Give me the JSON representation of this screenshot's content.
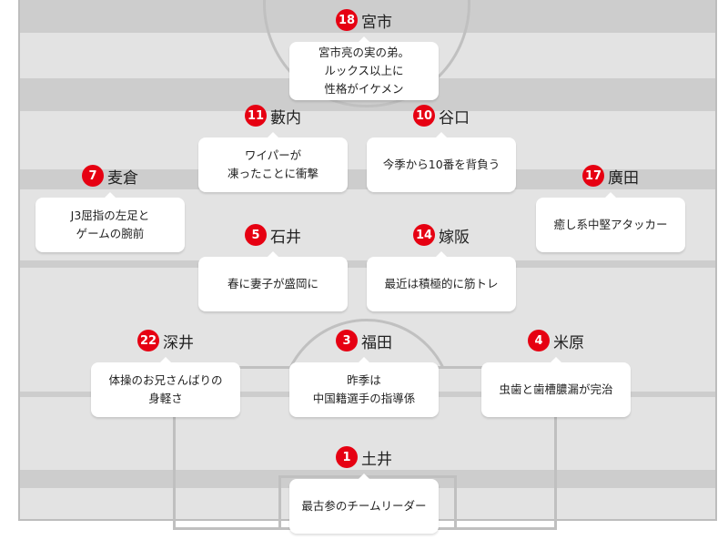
{
  "players": [
    {
      "number": "18",
      "name": "宮市",
      "comment": "宮市亮の実の弟。\nルックス以上に\n性格がイケメン"
    },
    {
      "number": "11",
      "name": "藪内",
      "comment": "ワイパーが\n凍ったことに衝撃"
    },
    {
      "number": "10",
      "name": "谷口",
      "comment": "今季から10番を背負う"
    },
    {
      "number": "7",
      "name": "麦倉",
      "comment": "J3屈指の左足と\nゲームの腕前"
    },
    {
      "number": "17",
      "name": "廣田",
      "comment": "癒し系中堅アタッカー"
    },
    {
      "number": "5",
      "name": "石井",
      "comment": "春に妻子が盛岡に"
    },
    {
      "number": "14",
      "name": "嫁阪",
      "comment": "最近は積極的に筋トレ"
    },
    {
      "number": "22",
      "name": "深井",
      "comment": "体操のお兄さんばりの\n身軽さ"
    },
    {
      "number": "3",
      "name": "福田",
      "comment": "昨季は\n中国籍選手の指導係"
    },
    {
      "number": "4",
      "name": "米原",
      "comment": "虫歯と歯槽膿漏が完治"
    },
    {
      "number": "1",
      "name": "土井",
      "comment": "最古参のチームリーダー"
    }
  ]
}
